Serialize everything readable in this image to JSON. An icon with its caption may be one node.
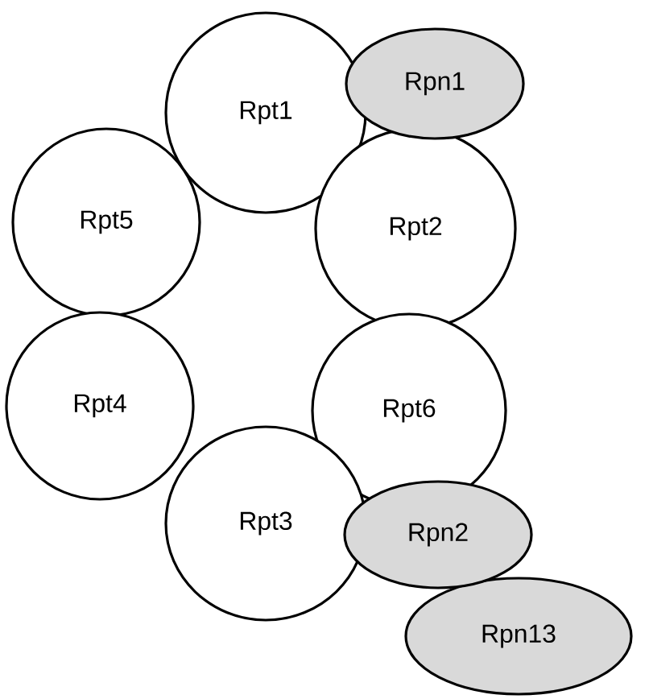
{
  "diagram": {
    "nodes": [
      {
        "text": [
          "Rpt1"
        ]
      },
      {
        "text": [
          "Rpn1"
        ]
      },
      {
        "text": [
          "Rpt5"
        ]
      },
      {
        "text": [
          "Rpt2"
        ]
      },
      {
        "text": [
          "Rpt4"
        ]
      },
      {
        "text": [
          "Rpt6"
        ]
      },
      {
        "text": [
          "Rpt3"
        ]
      },
      {
        "text": [
          "Rpn2"
        ]
      },
      {
        "text": [
          "Rpn13"
        ]
      }
    ]
  }
}
